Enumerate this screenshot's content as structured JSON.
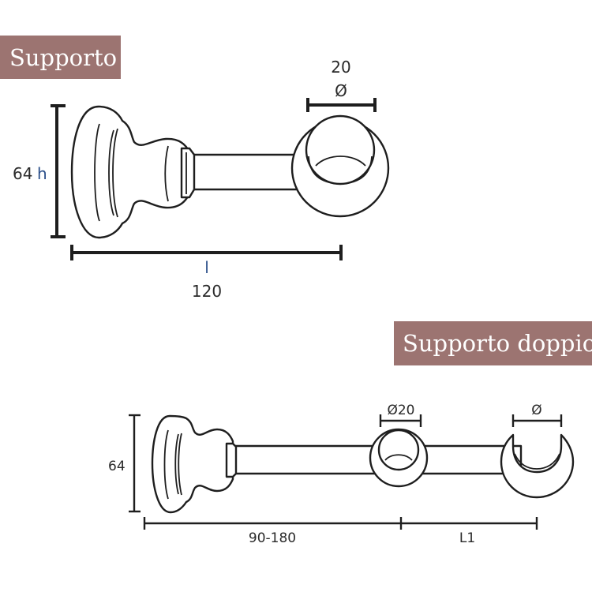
{
  "single": {
    "title": "Supporto",
    "height_value": "64",
    "height_symbol": "h",
    "length_symbol": "l",
    "length_value": "120",
    "diameter_value": "20",
    "diameter_symbol": "Ø"
  },
  "double": {
    "title": "Supporto doppio",
    "height_value": "64",
    "length_value": "90-180",
    "l1_label": "L1",
    "inner_diameter_label": "Ø20",
    "outer_diameter_label": "Ø"
  },
  "colors": {
    "label_bg": "#9c7471",
    "line": "#1e1e1e",
    "accent_letter": "#2b4f8a"
  }
}
